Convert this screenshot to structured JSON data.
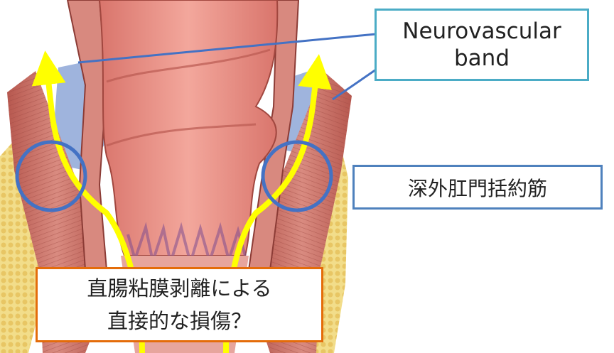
{
  "labels": {
    "neurovascular": {
      "line1": "Neurovascular",
      "line2": "band"
    },
    "external_sphincter": "深外肛門括約筋",
    "question": {
      "line1": "直腸粘膜剥離による",
      "line2": "直接的な損傷？"
    }
  },
  "colors": {
    "highlight_path": "#ffff00",
    "circle": "#4472c4",
    "neurovascular_box": "#4bacc6",
    "sphincter_box": "#4f81bd",
    "question_box": "#e46c0a",
    "mucosa": "#e99488",
    "muscle": "#c9716a",
    "fat": "#f2dd8a",
    "neurovascular_region": "#9fb4dd"
  },
  "icons": [
    "arrow-up-icon"
  ]
}
